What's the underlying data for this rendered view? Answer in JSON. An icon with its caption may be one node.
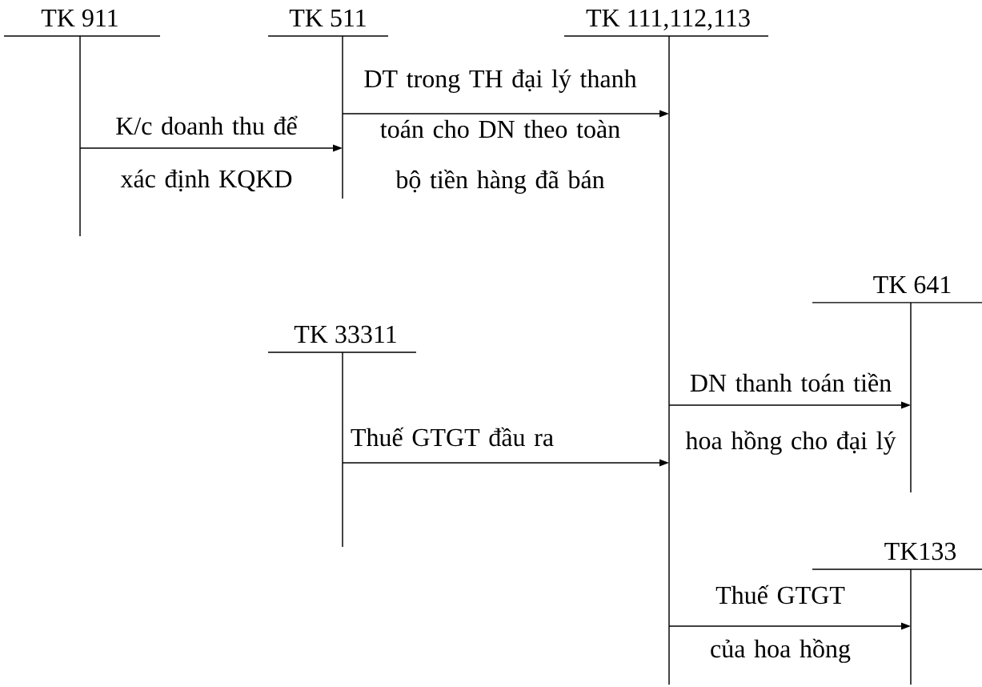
{
  "diagram": {
    "nodes": [
      {
        "text": [
          "TK 911"
        ]
      },
      {
        "text": [
          "TK 511"
        ]
      },
      {
        "text": [
          "TK 111,112,113"
        ]
      },
      {
        "text": [
          "TK 641"
        ]
      },
      {
        "text": [
          "TK 33311"
        ]
      },
      {
        "text": [
          "TK133"
        ]
      }
    ],
    "edges": [
      {
        "from": 0,
        "to": 1,
        "arrow": "to",
        "label": "K/c doanh thu để xác định KQKD"
      },
      {
        "from": 1,
        "to": 2,
        "arrow": "to",
        "label": "DT trong TH đại lý thanh toán cho DN theo toàn bộ tiền hàng đã bán"
      },
      {
        "from": 4,
        "to": 2,
        "arrow": "to",
        "label": "Thuế GTGT đầu ra"
      },
      {
        "from": 2,
        "to": 3,
        "arrow": "to",
        "label": "DN thanh toán tiền hoa hồng cho đại lý"
      },
      {
        "from": 2,
        "to": 5,
        "arrow": "to",
        "label": "Thuế GTGT của hoa hồng"
      }
    ]
  }
}
